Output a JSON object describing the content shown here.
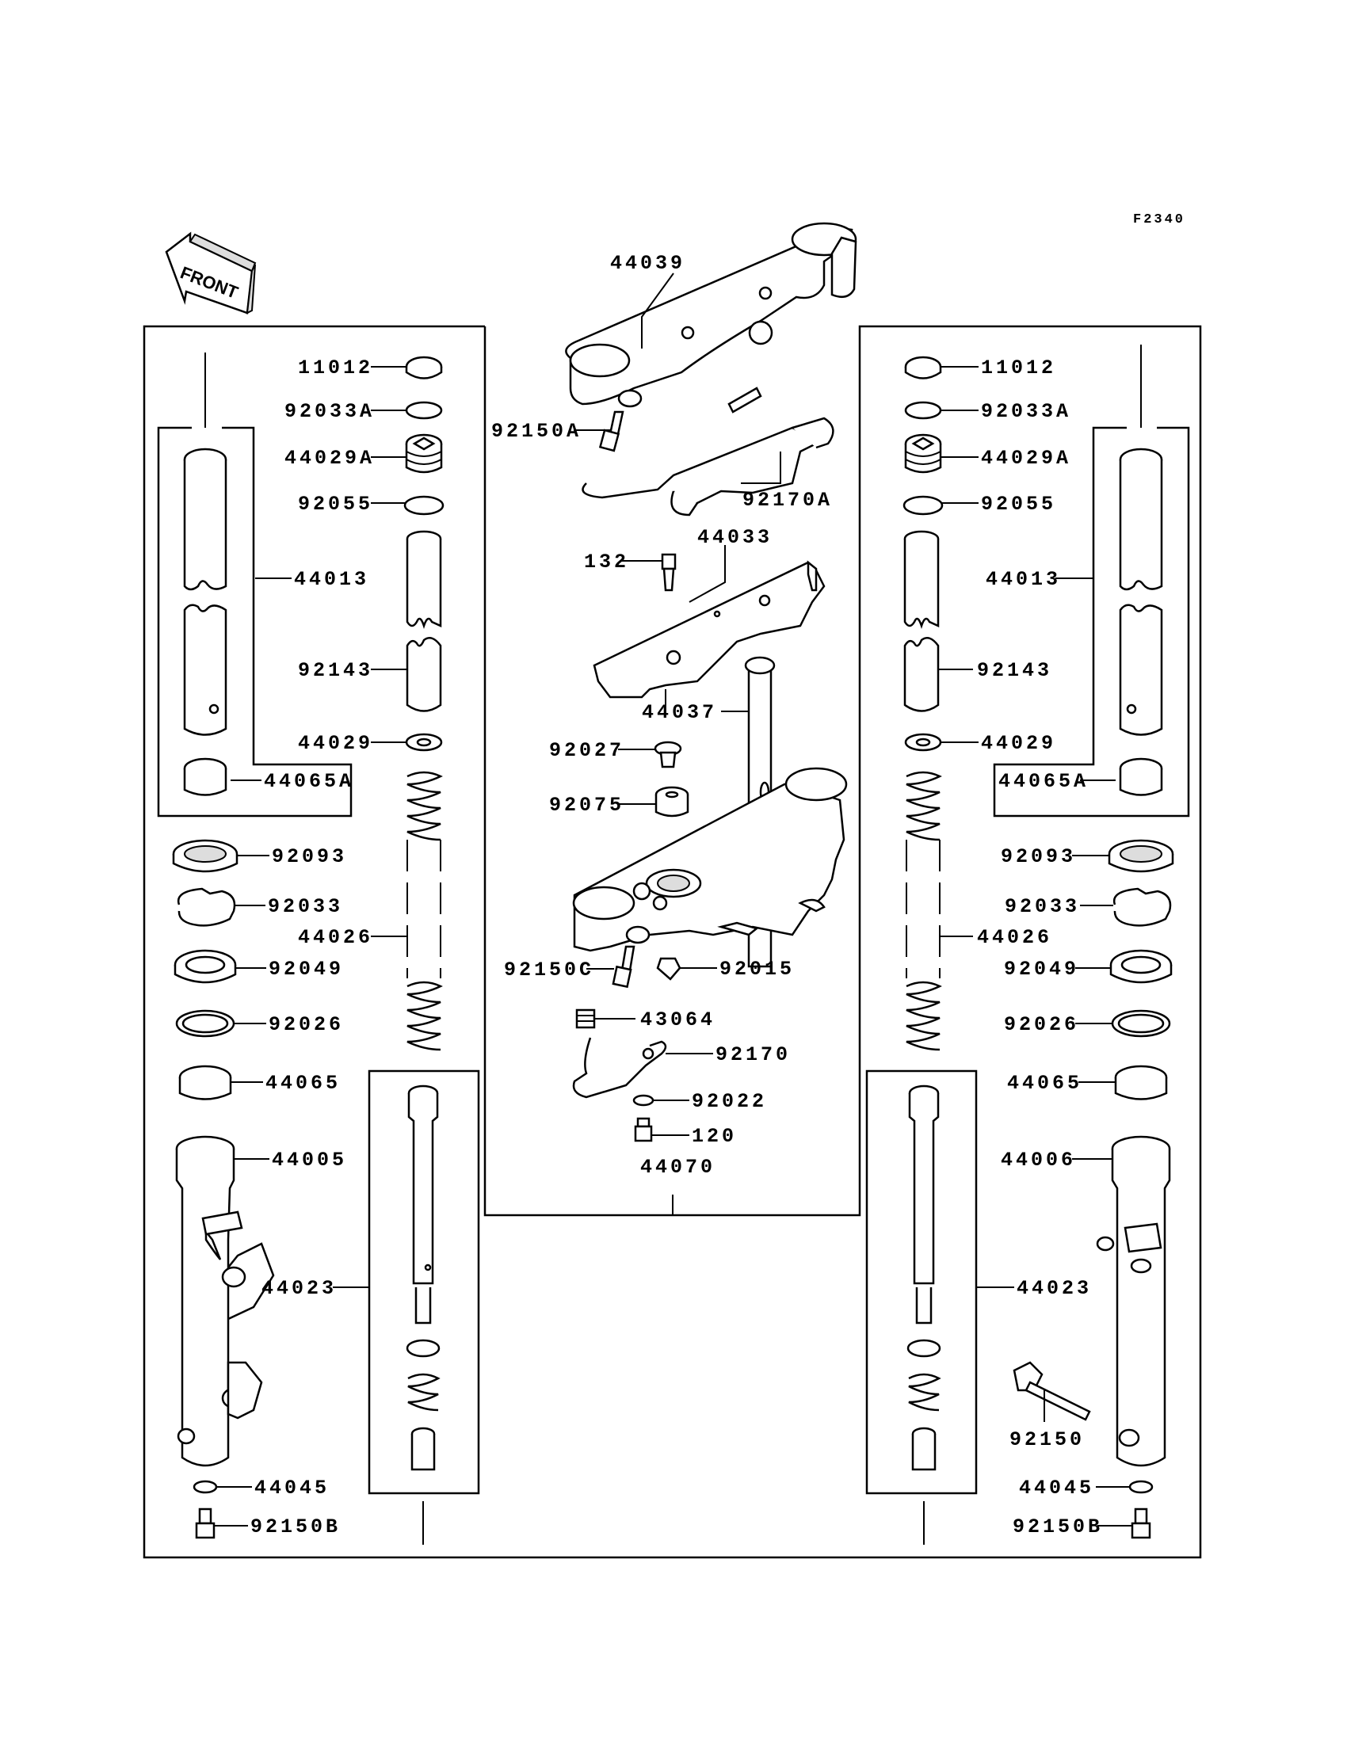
{
  "diagram": {
    "figure_code": "F2340",
    "front_label": "FRONT",
    "parts": {
      "p44039": "44039",
      "p92150A": "92150A",
      "p92170A": "92170A",
      "p44033": "44033",
      "p132": "132",
      "p44037": "44037",
      "p92027": "92027",
      "p92075": "92075",
      "p92150C": "92150C",
      "p92015": "92015",
      "p43064": "43064",
      "p92170": "92170",
      "p92022": "92022",
      "p120": "120",
      "p44070": "44070",
      "L11012": "11012",
      "L92033A": "92033A",
      "L44029A": "44029A",
      "L92055": "92055",
      "L44013": "44013",
      "L92143": "92143",
      "L44029": "44029",
      "L44065A": "44065A",
      "L92093": "92093",
      "L92033": "92033",
      "L44026": "44026",
      "L92049": "92049",
      "L92026": "92026",
      "L44065": "44065",
      "L44005": "44005",
      "L44023": "44023",
      "L44045": "44045",
      "L92150B": "92150B",
      "R11012": "11012",
      "R92033A": "92033A",
      "R44029A": "44029A",
      "R92055": "92055",
      "R44013": "44013",
      "R92143": "92143",
      "R44029": "44029",
      "R44065A": "44065A",
      "R92093": "92093",
      "R92033": "92033",
      "R44026": "44026",
      "R92049": "92049",
      "R92026": "92026",
      "R44065": "44065",
      "R44006": "44006",
      "R44023": "44023",
      "R92150": "92150",
      "R44045": "44045",
      "R92150B": "92150B"
    }
  }
}
